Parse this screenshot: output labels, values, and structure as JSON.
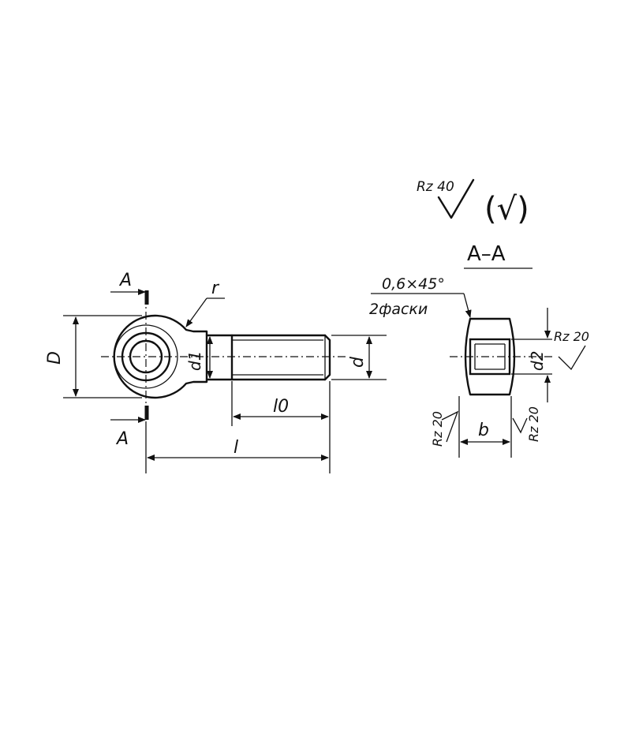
{
  "roughness_general": "Rz 40",
  "roughness_paren": "(√)",
  "section_title": "A–A",
  "chamfer": "0,6×45°",
  "chamfer_count": "2фаски",
  "labels": {
    "A_top": "A",
    "A_bottom": "A",
    "r": "r",
    "D": "D",
    "d1": "d1",
    "d": "d",
    "l0": "l0",
    "l": "l",
    "d2": "d2",
    "b": "b",
    "rz_right": "Rz 20",
    "rz_left_section": "Rz 20",
    "rz_right_section": "Rz 20"
  }
}
